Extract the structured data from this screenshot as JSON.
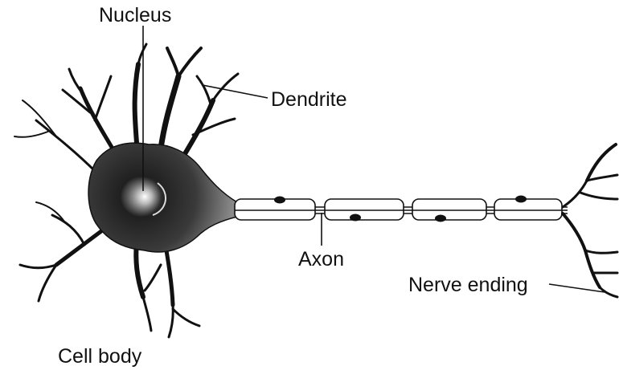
{
  "labels": {
    "nucleus": "Nucleus",
    "dendrite": "Dendrite",
    "axon": "Axon",
    "nerve_ending": "Nerve ending",
    "cell_body": "Cell body"
  },
  "icons": {
    "neuron": "neuron-illustration"
  },
  "colors": {
    "ink": "#111111",
    "background": "#ffffff"
  }
}
